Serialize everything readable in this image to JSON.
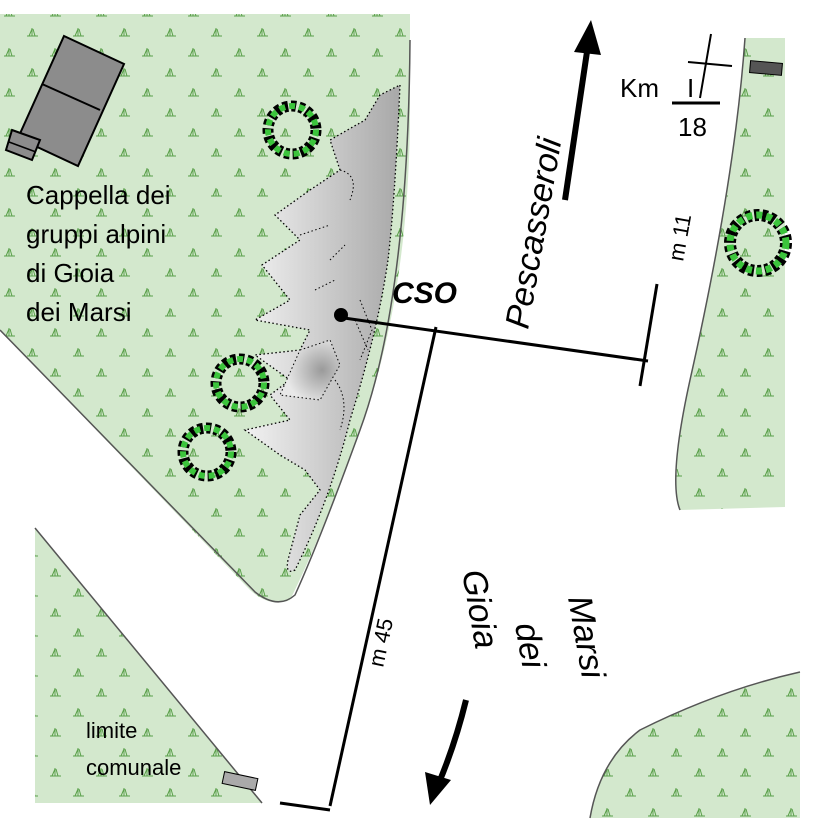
{
  "map": {
    "colors": {
      "meadow": "#d3e8cd",
      "grass_mark": "#5aa04a",
      "road_edge": "#555555",
      "bush_green": "#3cc43c",
      "bush_dark": "#000000",
      "rock_gray": "#c8c8c8",
      "building": "#888888"
    },
    "labels": {
      "chapel_line1": "Cappella dei",
      "chapel_line2": "gruppi alpini",
      "chapel_line3": "di Gioia",
      "chapel_line4": "dei Marsi",
      "cso": "CSO",
      "pescasseroli": "Pescasseroli",
      "gioia": "Gioia",
      "dei": "dei",
      "marsi": "Marsi",
      "km": "Km",
      "km_roman": "I",
      "km_number": "18",
      "dist_11": "m 11",
      "dist_45": "m 45",
      "limite_line1": "limite",
      "limite_line2": "comunale"
    },
    "icons": {
      "north_arrow": "arrow-up-icon",
      "south_arrow": "arrow-down-icon",
      "cave": "cave-entrance-icon"
    }
  }
}
